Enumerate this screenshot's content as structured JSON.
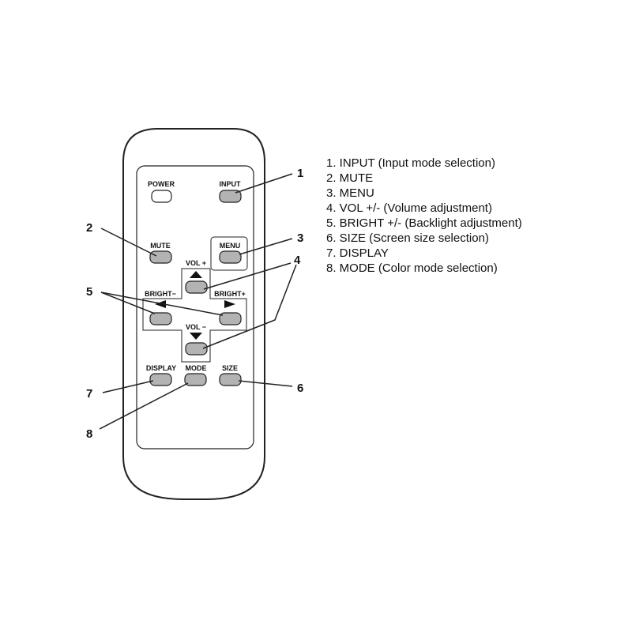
{
  "colors": {
    "outline": "#222222",
    "button_fill": "#b3b3b3",
    "power_fill": "#ffffff",
    "remote_fill": "#ffffff",
    "background": "#ffffff"
  },
  "remote": {
    "buttons": {
      "power": "POWER",
      "input": "INPUT",
      "mute": "MUTE",
      "menu": "MENU",
      "vol_plus": "VOL +",
      "vol_minus": "VOL −",
      "bright_minus": "BRIGHT−",
      "bright_plus": "BRIGHT+",
      "display": "DISPLAY",
      "mode": "MODE",
      "size": "SIZE"
    }
  },
  "callouts": {
    "c1": "1",
    "c2": "2",
    "c3": "3",
    "c4": "4",
    "c5": "5",
    "c6": "6",
    "c7": "7",
    "c8": "8"
  },
  "legend": [
    "1. INPUT (Input mode selection)",
    "2. MUTE",
    "3. MENU",
    "4. VOL +/- (Volume adjustment)",
    "5. BRIGHT +/- (Backlight adjustment)",
    "6. SIZE (Screen size selection)",
    "7. DISPLAY",
    "8. MODE (Color mode selection)"
  ]
}
